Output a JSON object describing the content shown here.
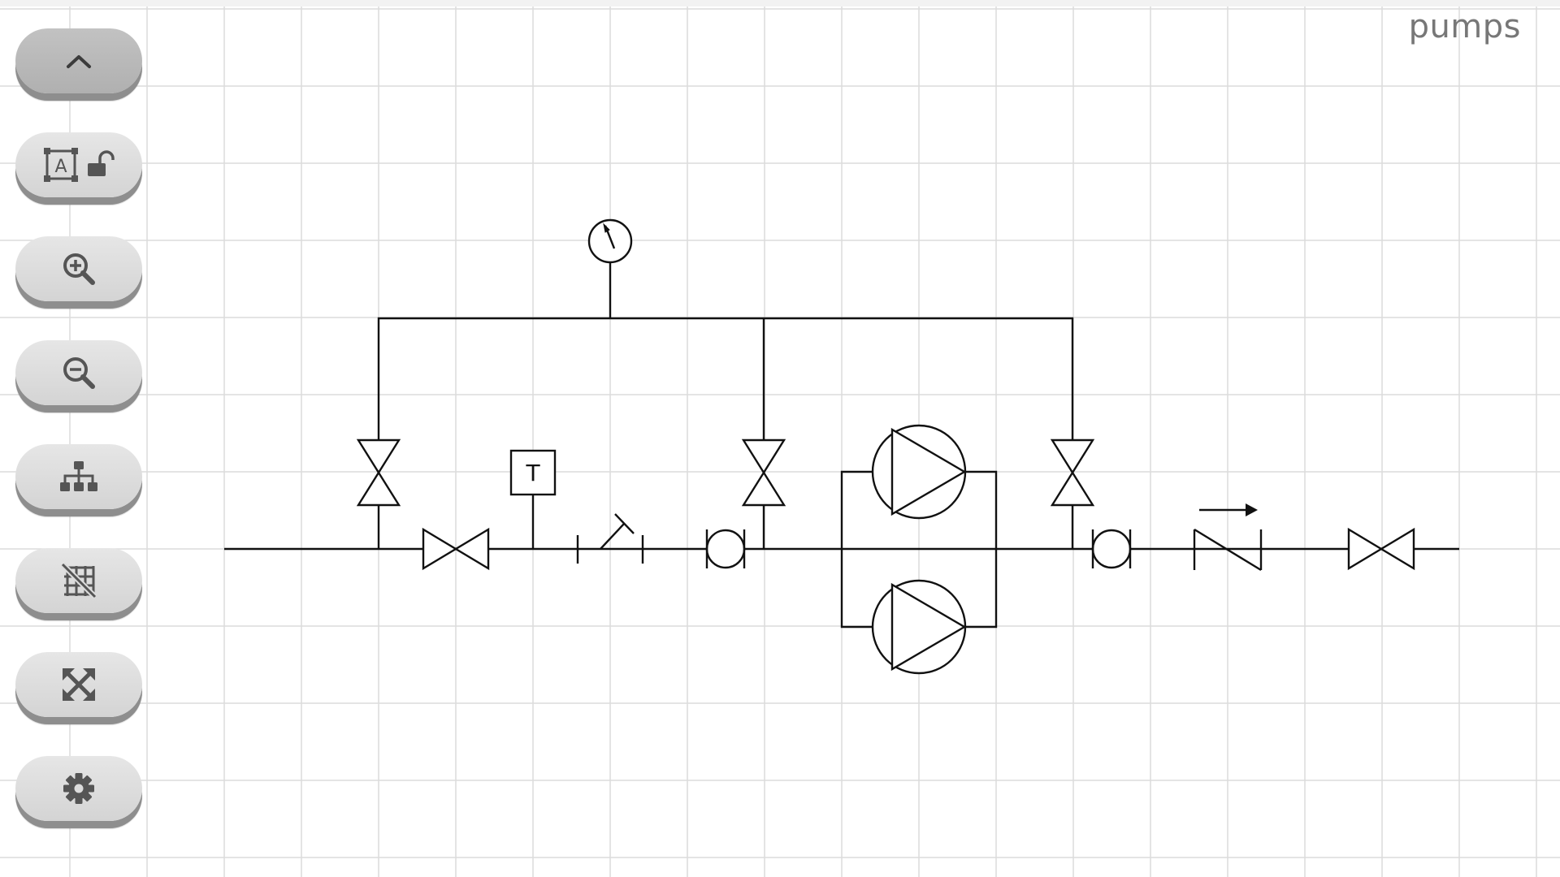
{
  "diagram": {
    "title": "pumps",
    "instrument_labels": {
      "temperature": "T"
    },
    "flow_direction": "left-to-right"
  },
  "toolbar": {
    "buttons": [
      {
        "name": "collapse-toolbar-button",
        "icon": "chevron-up-icon",
        "state": "pressed"
      },
      {
        "name": "text-lock-button",
        "icon": "text-box-unlock-icon"
      },
      {
        "name": "zoom-in-button",
        "icon": "zoom-in-icon"
      },
      {
        "name": "zoom-out-button",
        "icon": "zoom-out-icon"
      },
      {
        "name": "auto-layout-button",
        "icon": "hierarchy-icon"
      },
      {
        "name": "grid-toggle-button",
        "icon": "grid-off-icon"
      },
      {
        "name": "fit-to-screen-button",
        "icon": "expand-arrows-icon"
      },
      {
        "name": "settings-button",
        "icon": "gear-icon"
      }
    ]
  },
  "colors": {
    "grid_line": "#dcdcdc",
    "stroke": "#111111",
    "title_text": "#777777",
    "button_face": "#dcdcdc",
    "button_shadow": "#8e8e8e",
    "icon": "#555555"
  }
}
